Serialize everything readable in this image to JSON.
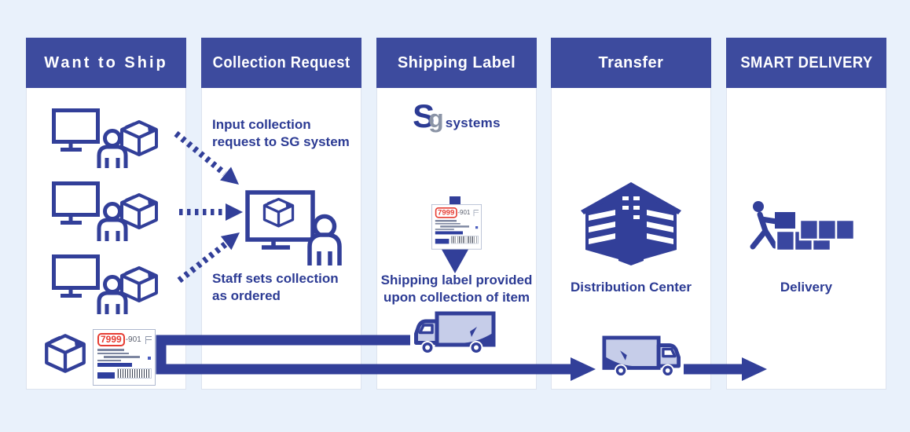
{
  "colors": {
    "background": "#e9f1fb",
    "header_bg": "#3d4b9e",
    "navy": "#323f99",
    "text_blue": "#2c3b94",
    "truck_fill": "#c6cde9",
    "label_red": "#e63c32",
    "logo_gray": "#8b94a6"
  },
  "columns": {
    "want_to_ship": {
      "header": "Want to Ship"
    },
    "collection_request": {
      "header": "Collection Request",
      "caption_top": "Input collection\nrequest to SG system",
      "caption_bottom": "Staff sets collection\nas ordered"
    },
    "shipping_label": {
      "header": "Shipping Label",
      "logo": {
        "part_s": "S",
        "part_g": "g",
        "part_rest": "systems"
      },
      "caption": "Shipping label provided\nupon collection of item"
    },
    "transfer": {
      "header": "Transfer",
      "caption": "Distribution Center"
    },
    "smart_delivery": {
      "header": "SMART DELIVERY",
      "caption": "Delivery"
    }
  },
  "shipping_label_card": {
    "code_boxed": "7999",
    "code_suffix": "-901"
  },
  "icons": [
    "monitor-user-icon",
    "parcel-box-icon",
    "dashed-arrow-icon",
    "system-input-monitor-icon",
    "sg-systems-logo",
    "shipping-label-card",
    "down-arrow-icon",
    "collection-truck-icon",
    "building-icon",
    "transfer-truck-icon",
    "delivery-person-boxes-icon",
    "flow-connector-arrow"
  ]
}
